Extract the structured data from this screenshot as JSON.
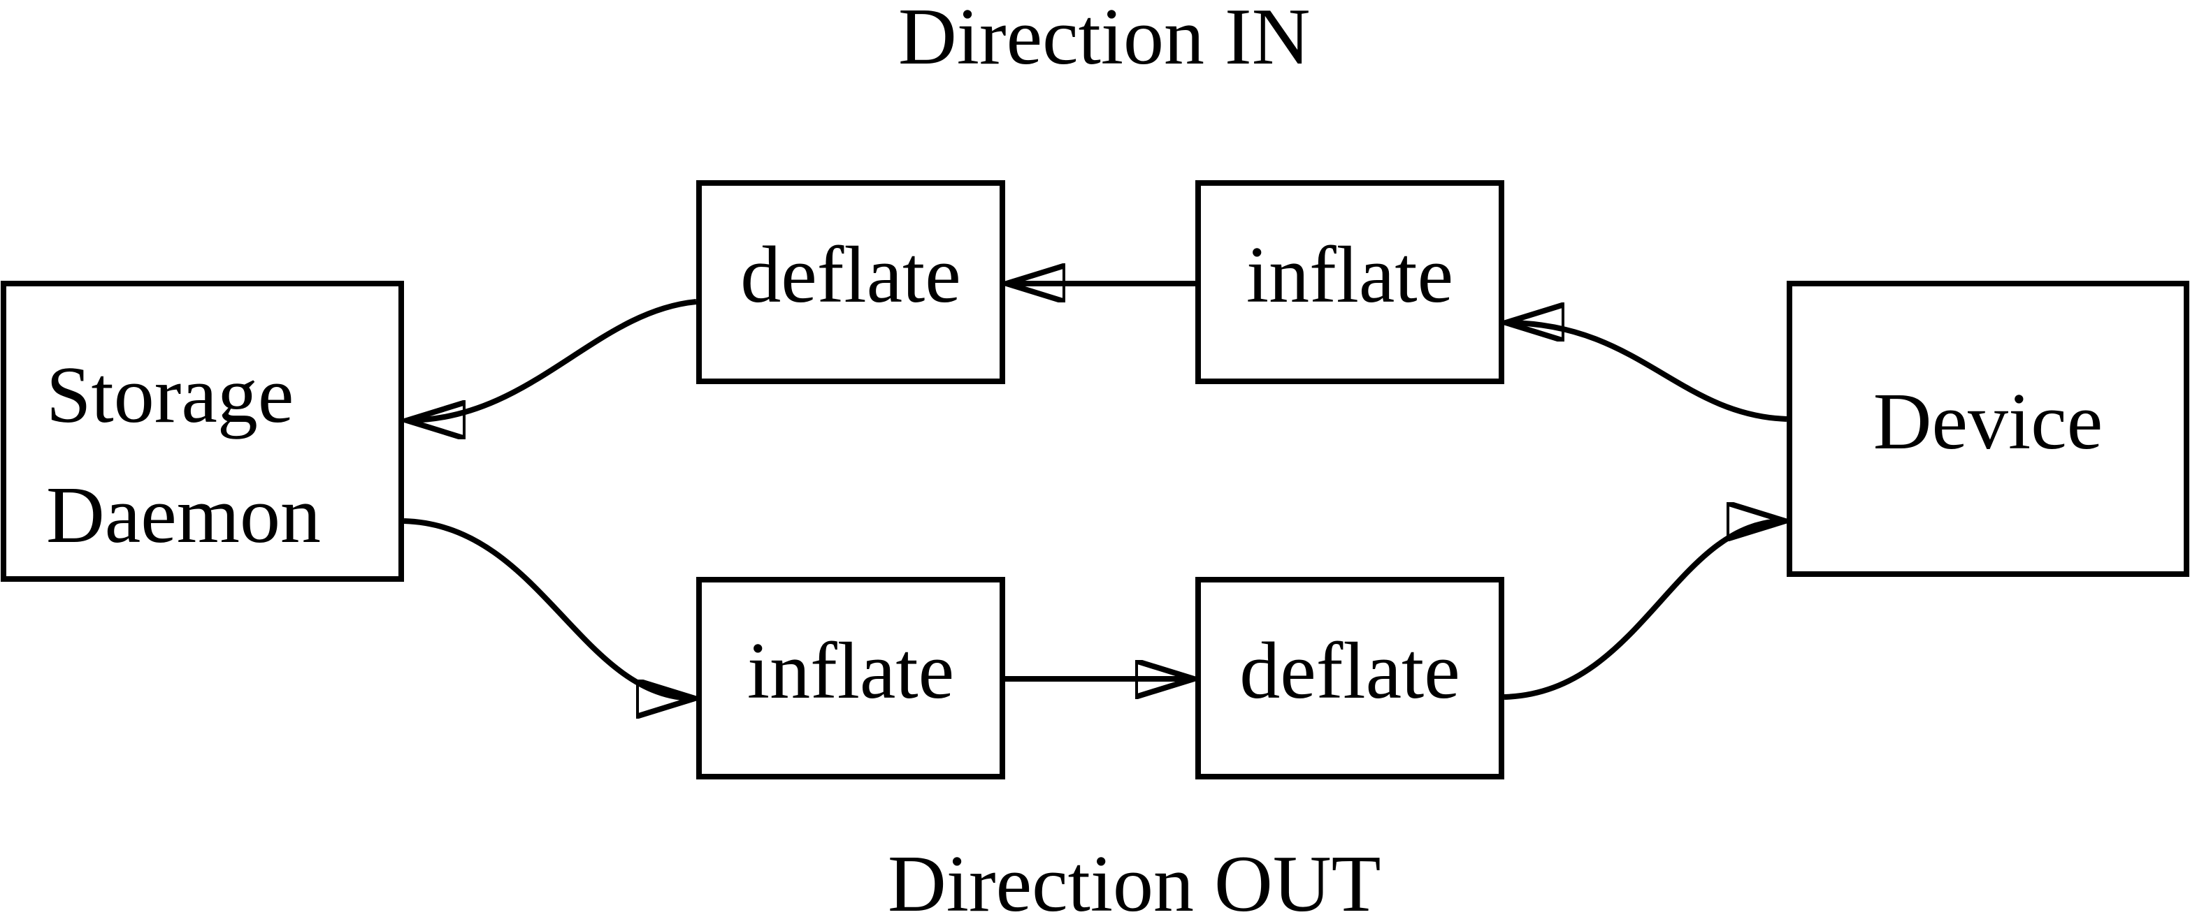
{
  "diagram": {
    "title_in": "Direction IN",
    "title_out": "Direction OUT",
    "nodes": {
      "storage_daemon": {
        "label_line1": "Storage",
        "label_line2": "Daemon"
      },
      "device": {
        "label": "Device"
      },
      "in_deflate": {
        "label": "deflate"
      },
      "in_inflate": {
        "label": "inflate"
      },
      "out_inflate": {
        "label": "inflate"
      },
      "out_deflate": {
        "label": "deflate"
      }
    },
    "colors": {
      "stroke": "#000000",
      "background": "#ffffff"
    }
  }
}
